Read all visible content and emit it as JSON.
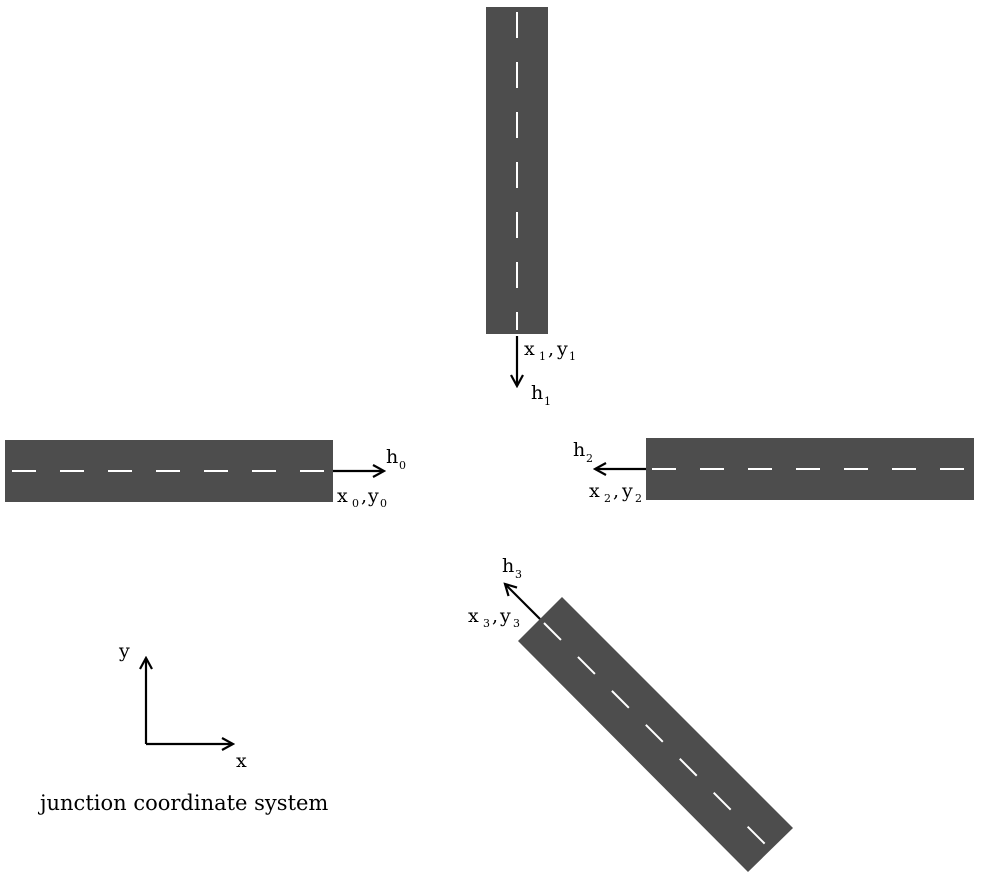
{
  "colors": {
    "road": "#4d4d4d",
    "lane_marking": "#ffffff",
    "arrow": "#000000",
    "background": "#ffffff"
  },
  "roads": [
    {
      "id": "road-0",
      "heading": {
        "letter": "h",
        "index": "0"
      },
      "point": {
        "x": "x",
        "x_index": "0",
        "y": "y",
        "y_index": "0"
      }
    },
    {
      "id": "road-1",
      "heading": {
        "letter": "h",
        "index": "1"
      },
      "point": {
        "x": "x",
        "x_index": "1",
        "y": "y",
        "y_index": "1"
      }
    },
    {
      "id": "road-2",
      "heading": {
        "letter": "h",
        "index": "2"
      },
      "point": {
        "x": "x",
        "x_index": "2",
        "y": "y",
        "y_index": "2"
      }
    },
    {
      "id": "road-3",
      "heading": {
        "letter": "h",
        "index": "3"
      },
      "point": {
        "x": "x",
        "x_index": "3",
        "y": "y",
        "y_index": "3"
      }
    }
  ],
  "axes": {
    "x_label": "x",
    "y_label": "y",
    "caption": "junction coordinate system"
  }
}
